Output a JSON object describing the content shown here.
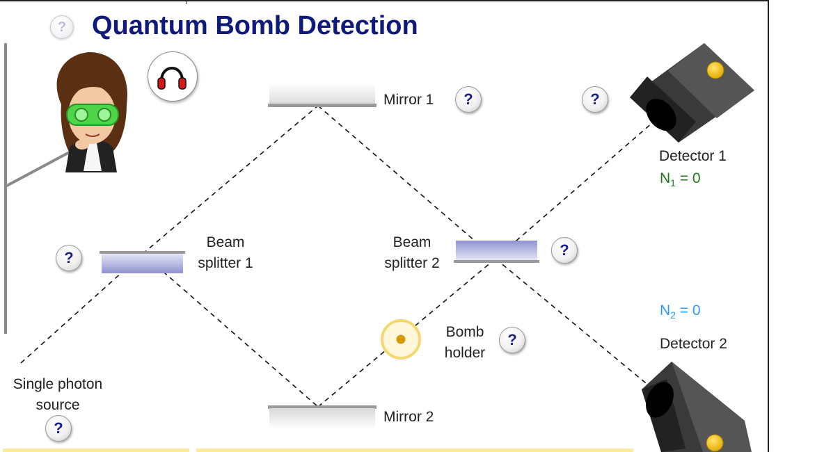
{
  "title": "Quantum Bomb Detection",
  "help_mark": "?",
  "labels": {
    "mirror1": "Mirror 1",
    "mirror2": "Mirror 2",
    "beam_splitter1_line1": "Beam",
    "beam_splitter1_line2": "splitter 1",
    "beam_splitter2_line1": "Beam",
    "beam_splitter2_line2": "splitter 2",
    "bomb_holder_line1": "Bomb",
    "bomb_holder_line2": "holder",
    "source_line1": "Single photon",
    "source_line2": "source",
    "detector1": "Detector 1",
    "detector2": "Detector 2"
  },
  "counters": {
    "n1_symbol": "N",
    "n1_sub": "1",
    "n1_value": " = 0",
    "n2_symbol": "N",
    "n2_sub": "2",
    "n2_value": " = 0"
  },
  "colors": {
    "title": "#101a7a",
    "counter1": "#1a7a1a",
    "counter2": "#2b9cf2",
    "splitter": "#8e93cf",
    "bomb_ring": "#f7d870",
    "bomb_dot": "#d69a00",
    "detector_lamp": "#f5c518",
    "bottom_bar": "#fbeaa0"
  },
  "icons": [
    "help-icon",
    "headphones-icon",
    "detector-icon",
    "mirror-icon",
    "beam-splitter-icon",
    "bomb-holder-icon",
    "avatar"
  ]
}
